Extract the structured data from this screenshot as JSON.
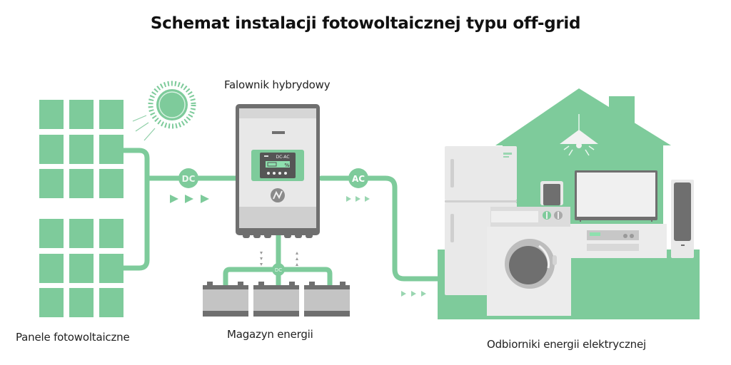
{
  "title": "Schemat instalacji fotowoltaicznej typu off-grid",
  "labels": {
    "panels": "Panele fotowoltaiczne",
    "storage": "Magazyn energii",
    "consumers": "Odbiorniki energii elektrycznej",
    "inverter": "Falownik hybrydowy"
  },
  "badges": {
    "dc_main": "DC",
    "ac_main": "AC",
    "dc_battery": "DC"
  },
  "inverter_display": {
    "mode": "DC-AC",
    "symbol": "%"
  },
  "colors": {
    "green": "#7ecb9b",
    "grey_dark": "#6f6f6f",
    "grey_light": "#e6e6e6",
    "grey_mid": "#c4c4c4"
  }
}
